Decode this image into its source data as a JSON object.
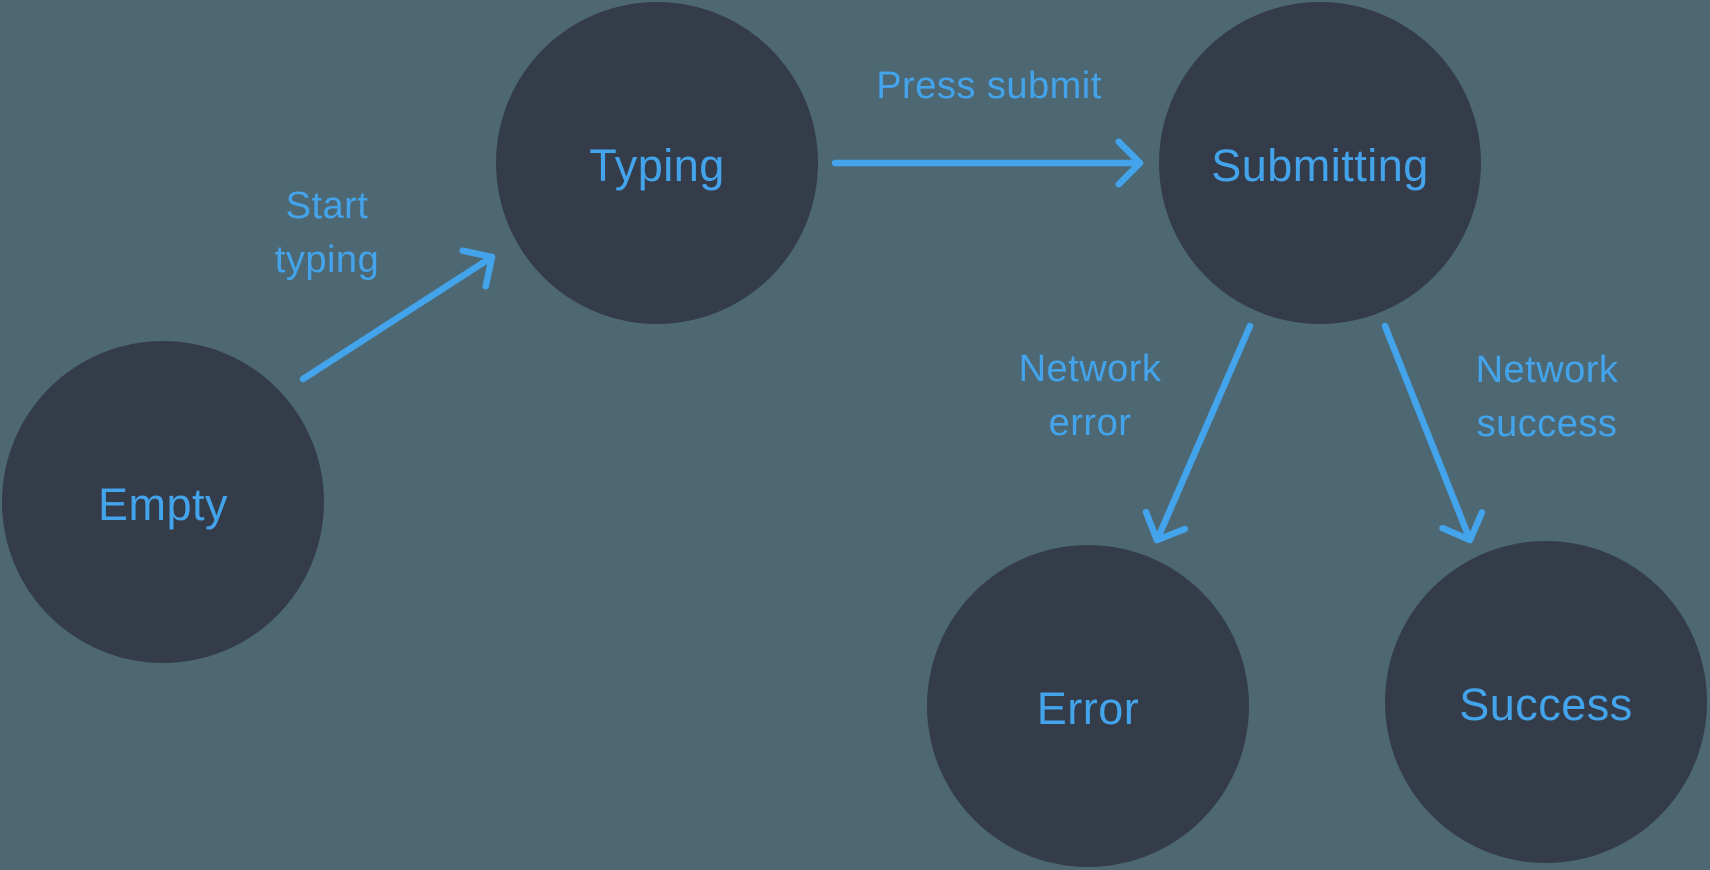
{
  "canvas": {
    "background": "#4d6873",
    "node_fill": "#343c4a",
    "accent": "#43a4ec"
  },
  "diagram": {
    "type": "state-machine",
    "nodes": [
      {
        "id": "empty",
        "label": "Empty"
      },
      {
        "id": "typing",
        "label": "Typing"
      },
      {
        "id": "submitting",
        "label": "Submitting"
      },
      {
        "id": "error",
        "label": "Error"
      },
      {
        "id": "success",
        "label": "Success"
      }
    ],
    "edges": [
      {
        "id": "start-typing",
        "label": "Start typing",
        "from": "empty",
        "to": "typing"
      },
      {
        "id": "press-submit",
        "label": "Press submit",
        "from": "typing",
        "to": "submitting"
      },
      {
        "id": "network-error",
        "label": "Network error",
        "from": "submitting",
        "to": "error"
      },
      {
        "id": "network-success",
        "label": "Network success",
        "from": "submitting",
        "to": "success"
      }
    ]
  }
}
